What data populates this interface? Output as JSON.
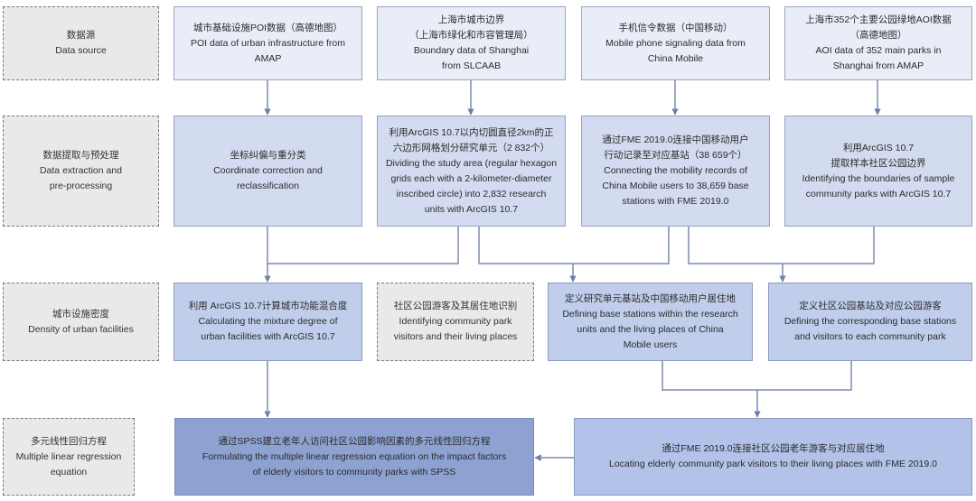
{
  "rows": [
    {
      "label": {
        "zh": "数据源",
        "en": "Data source"
      },
      "boxes": [
        {
          "lines": [
            "城市基础设施POI数据（高德地图）",
            "POI data of urban infrastructure from",
            "AMAP"
          ]
        },
        {
          "lines": [
            "上海市城市边界",
            "（上海市绿化和市容管理局）",
            "Boundary data of Shanghai",
            "from SLCAAB"
          ]
        },
        {
          "lines": [
            "手机信令数据（中国移动）",
            "Mobile phone signaling data from",
            "China Mobile"
          ]
        },
        {
          "lines": [
            "上海市352个主要公园绿地AOI数据",
            "（高德地图）",
            "AOI data of 352 main parks in",
            "Shanghai from AMAP"
          ]
        }
      ]
    },
    {
      "label": {
        "zh": "数据提取与预处理",
        "en1": "Data extraction and",
        "en2": "pre-processing"
      },
      "boxes": [
        {
          "lines": [
            "坐标纠偏与重分类",
            "Coordinate correction and",
            "reclassification"
          ]
        },
        {
          "lines": [
            "利用ArcGIS 10.7以内切圆直径2km的正",
            "六边形网格划分研究单元（2 832个）",
            "Dividing the study area (regular hexagon",
            "grids each with a 2-kilometer-diameter",
            "inscribed circle) into 2,832 research",
            "units with ArcGIS 10.7"
          ]
        },
        {
          "lines": [
            "通过FME 2019.0连接中国移动用户",
            "行动记录至对应基站（38 659个）",
            "Connecting the mobility records of",
            "China Mobile users to 38,659 base",
            "stations with FME 2019.0"
          ]
        },
        {
          "lines": [
            "利用ArcGIS 10.7",
            "提取样本社区公园边界",
            "Identifying the boundaries of sample",
            "community parks with ArcGIS 10.7"
          ]
        }
      ]
    },
    {
      "label": {
        "zh": "城市设施密度",
        "en": "Density of urban facilities"
      },
      "sublabel": {
        "zh": "社区公园游客及其居住地识别",
        "en1": "Identifying community park",
        "en2": "visitors and their living places"
      },
      "boxes": [
        {
          "lines": [
            "利用 ArcGIS 10.7计算城市功能混合度",
            "Calculating the mixture degree of",
            "urban facilities with ArcGIS 10.7"
          ]
        },
        {
          "lines": [
            "定义研究单元基站及中国移动用户居住地",
            "Defining base stations within the research",
            "units and the living places of China",
            "Mobile users"
          ]
        },
        {
          "lines": [
            "定义社区公园基站及对应公园游客",
            "Defining the corresponding base stations",
            "and visitors to each community park"
          ]
        }
      ]
    },
    {
      "label": {
        "zh": "多元线性回归方程",
        "en1": "Multiple linear regression",
        "en2": "equation"
      },
      "boxes": [
        {
          "lines": [
            "通过SPSS建立老年人访问社区公园影响因素的多元线性回归方程",
            "Formulating the multiple linear regression equation on the impact factors",
            "of elderly visitors to community parks with SPSS"
          ]
        },
        {
          "lines": [
            "通过FME 2019.0连接社区公园老年游客与对应居住地",
            "Locating elderly community park visitors to their living places with FME 2019.0"
          ]
        }
      ]
    }
  ]
}
